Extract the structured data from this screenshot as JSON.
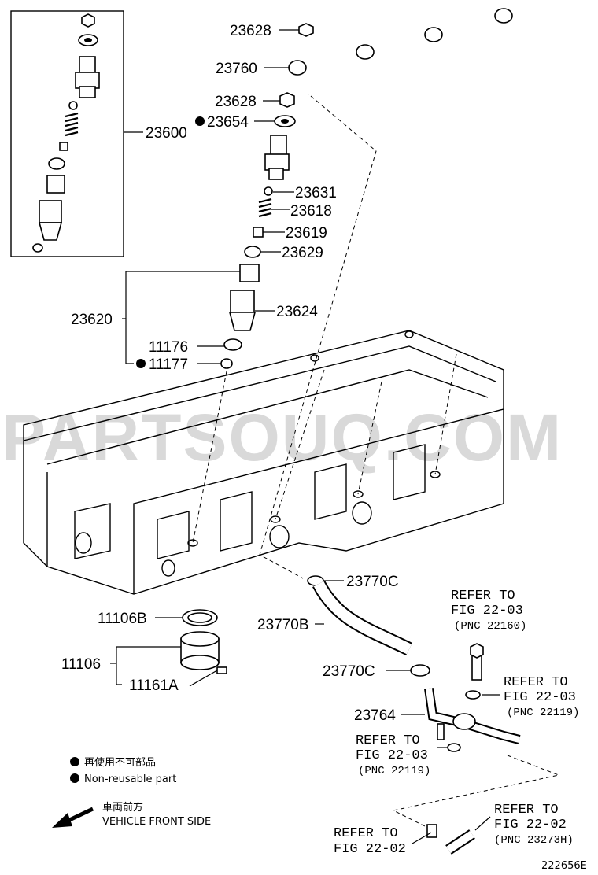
{
  "parts": {
    "p23628_top": "23628",
    "p23760": "23760",
    "p23628": "23628",
    "p23654": "23654",
    "p23600": "23600",
    "p23631": "23631",
    "p23618": "23618",
    "p23619": "23619",
    "p23629": "23629",
    "p23620": "23620",
    "p23624": "23624",
    "p11176": "11176",
    "p11177": "11177",
    "p23770C_a": "23770C",
    "p11106B": "11106B",
    "p23770B": "23770B",
    "p11106": "11106",
    "p23770C_b": "23770C",
    "p11161A": "11161A",
    "p23764": "23764"
  },
  "refs": {
    "r1_l1": "REFER TO",
    "r1_l2": "FIG 22-03",
    "r1_l3": "(PNC 22160)",
    "r2_l1": "REFER TO",
    "r2_l2": "FIG 22-03",
    "r2_l3": "(PNC 22119)",
    "r3_l1": "REFER TO",
    "r3_l2": "FIG 22-03",
    "r3_l3": "(PNC 22119)",
    "r4_l1": "REFER TO",
    "r4_l2": "FIG 22-02",
    "r4_l3": "(PNC 23273H)",
    "r5_l1": "REFER TO",
    "r5_l2": "FIG 22-02"
  },
  "legend": {
    "nonreusable_jp": "再使用不可部品",
    "nonreusable_en": "Non-reusable part",
    "front_jp": "車両前方",
    "front_en": "VEHICLE FRONT SIDE"
  },
  "watermark": "PARTSOUQ.COM",
  "figure_code": "222656E"
}
